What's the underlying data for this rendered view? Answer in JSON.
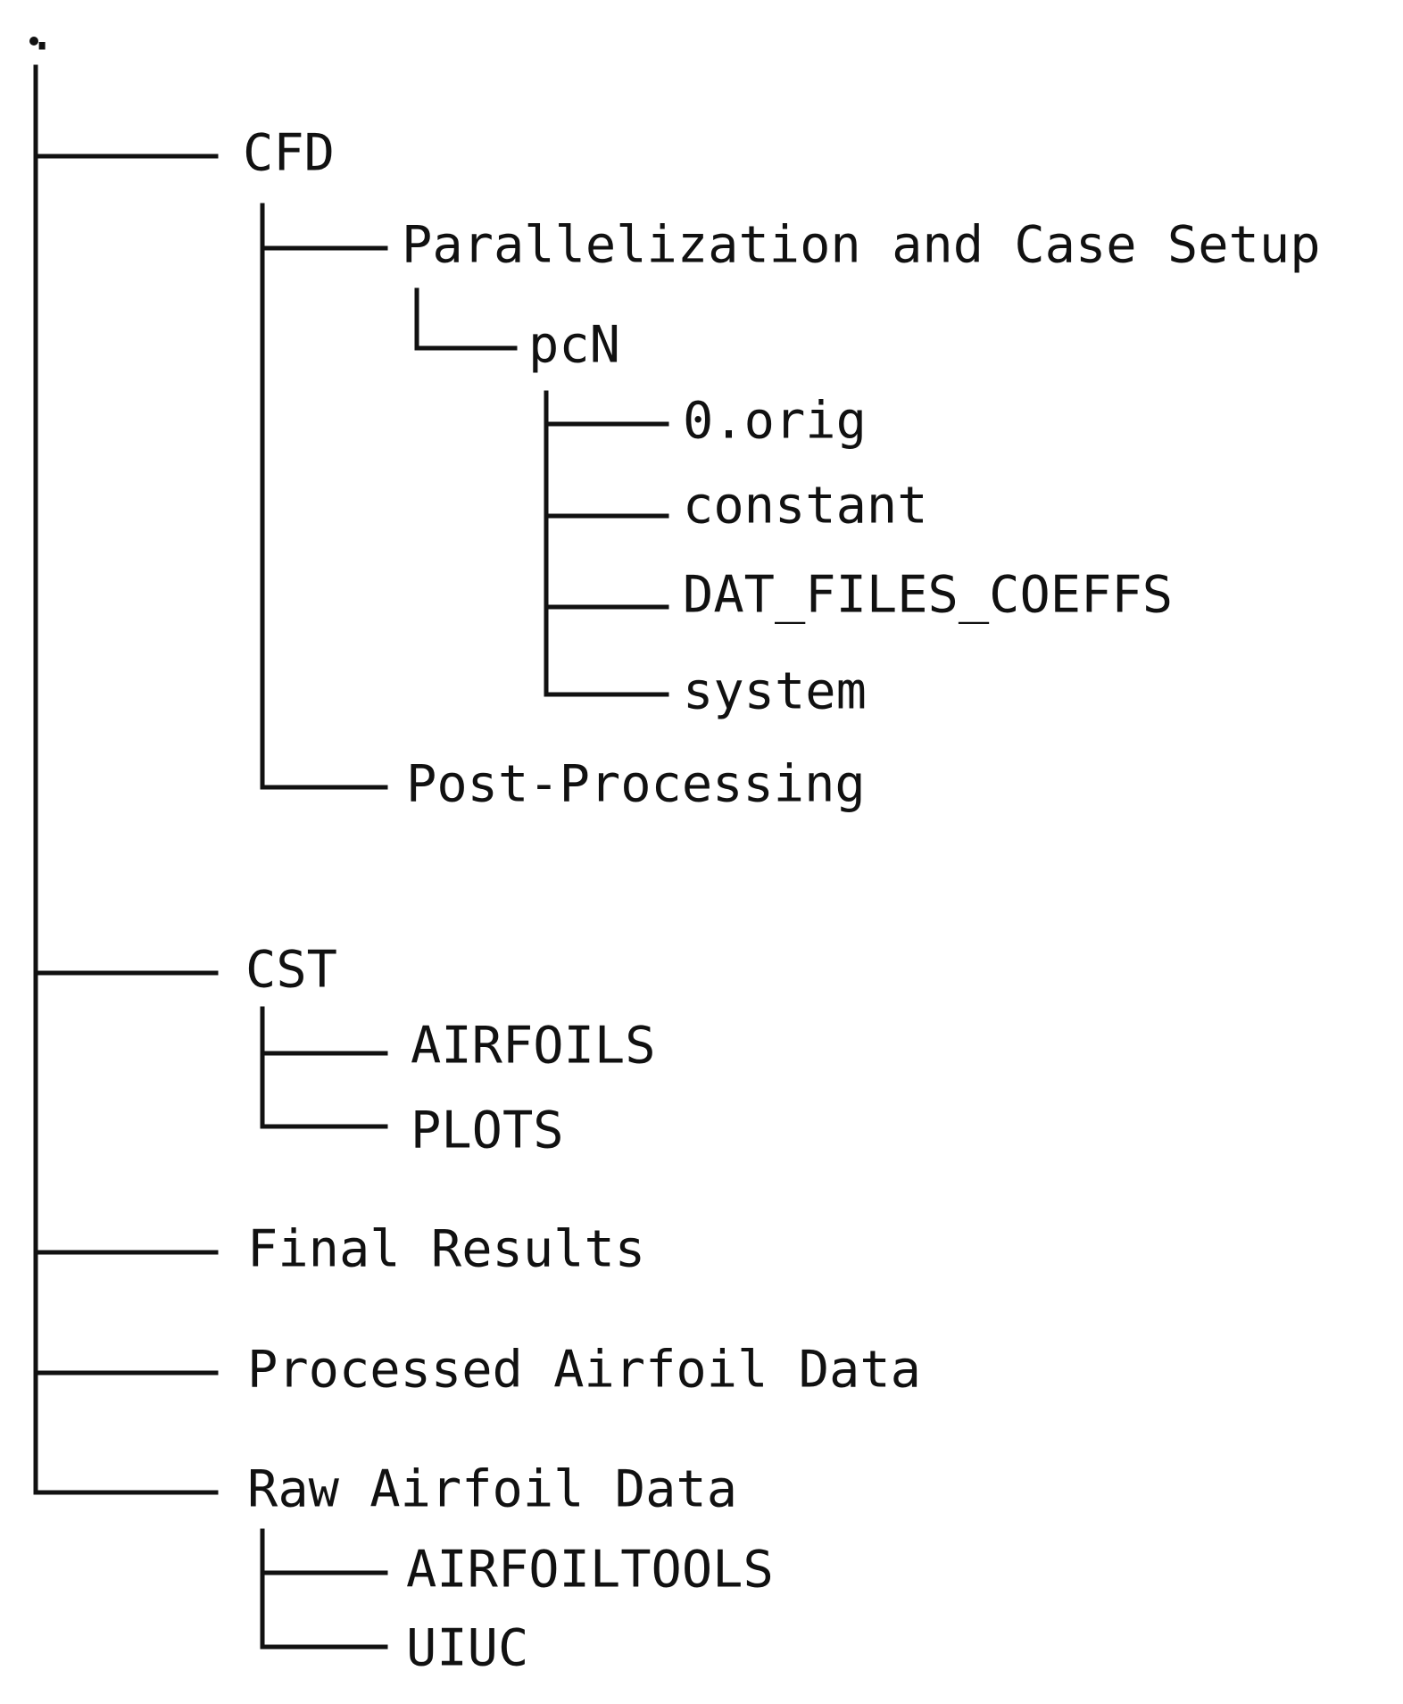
{
  "tree": {
    "root_label": ".",
    "line_color": "#111111",
    "text_color": "#111111",
    "nodes": [
      {
        "id": "cfd",
        "label": "CFD",
        "depth": 1,
        "kind": "folder"
      },
      {
        "id": "parallelization",
        "label": "Parallelization and Case Setup",
        "depth": 2,
        "kind": "folder"
      },
      {
        "id": "pcn",
        "label": "pcN",
        "depth": 3,
        "kind": "folder"
      },
      {
        "id": "orig",
        "label": "0.orig",
        "depth": 4,
        "kind": "folder"
      },
      {
        "id": "constant",
        "label": "constant",
        "depth": 4,
        "kind": "folder"
      },
      {
        "id": "dat-files",
        "label": "DAT_FILES_COEFFS",
        "depth": 4,
        "kind": "folder"
      },
      {
        "id": "system",
        "label": "system",
        "depth": 4,
        "kind": "folder"
      },
      {
        "id": "post-processing",
        "label": "Post-Processing",
        "depth": 2,
        "kind": "folder"
      },
      {
        "id": "cst",
        "label": "CST",
        "depth": 1,
        "kind": "folder"
      },
      {
        "id": "airfoils",
        "label": "AIRFOILS",
        "depth": 2,
        "kind": "folder"
      },
      {
        "id": "plots",
        "label": "PLOTS",
        "depth": 2,
        "kind": "folder"
      },
      {
        "id": "final-results",
        "label": "Final Results",
        "depth": 1,
        "kind": "folder"
      },
      {
        "id": "processed",
        "label": "Processed Airfoil Data",
        "depth": 1,
        "kind": "folder"
      },
      {
        "id": "raw",
        "label": "Raw Airfoil Data",
        "depth": 1,
        "kind": "folder"
      },
      {
        "id": "airfoiltools",
        "label": "AIRFOILTOOLS",
        "depth": 2,
        "kind": "folder"
      },
      {
        "id": "uiuc",
        "label": "UIUC",
        "depth": 2,
        "kind": "folder"
      }
    ]
  }
}
